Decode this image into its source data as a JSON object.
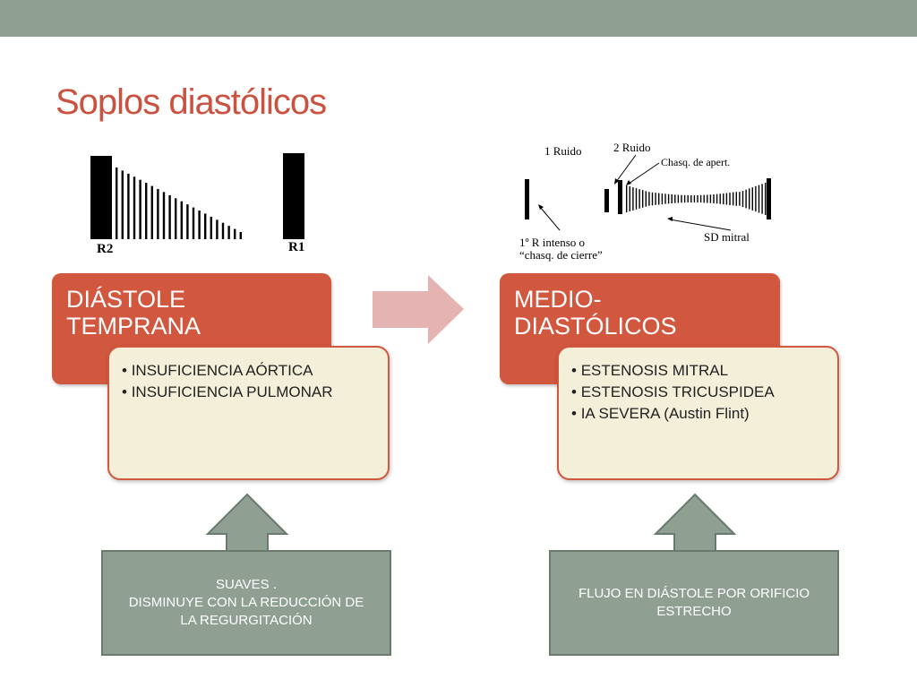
{
  "slide": {
    "title": "Soplos diastólicos"
  },
  "left_waveform": {
    "label_r2": "R2",
    "label_r1": "R1"
  },
  "right_waveform": {
    "label_1ruido": "1 Ruido",
    "label_2ruido": "2 Ruido",
    "label_chasq_apert": "Chasq. de apert.",
    "label_sd_mitral": "SD mitral",
    "label_1r_intenso": "1º R intenso o",
    "label_chasq_cierre": "“chasq. de cierre”"
  },
  "left_panel": {
    "heading": "DIÁSTOLE TEMPRANA",
    "items": [
      "INSUFICIENCIA AÓRTICA",
      "INSUFICIENCIA PULMONAR"
    ],
    "note": "SUAVES .\nDISMINUYE CON LA REDUCCIÓN DE\nLA  REGURGITACIÓN"
  },
  "right_panel": {
    "heading": "MEDIO-DIASTÓLICOS",
    "items": [
      "ESTENOSIS MITRAL",
      "ESTENOSIS TRICUSPIDEA",
      "IA SEVERA (Austin Flint)"
    ],
    "note": "FLUJO EN DIÁSTOLE POR ORIFICIO ESTRECHO"
  },
  "colors": {
    "title": "#c95241",
    "top_bar": "#8fa093",
    "red_box": "#d2573f",
    "cream_box": "#f3efd9",
    "grey_box": "#8fa093",
    "flow_arrow": "#e6b3b3"
  }
}
